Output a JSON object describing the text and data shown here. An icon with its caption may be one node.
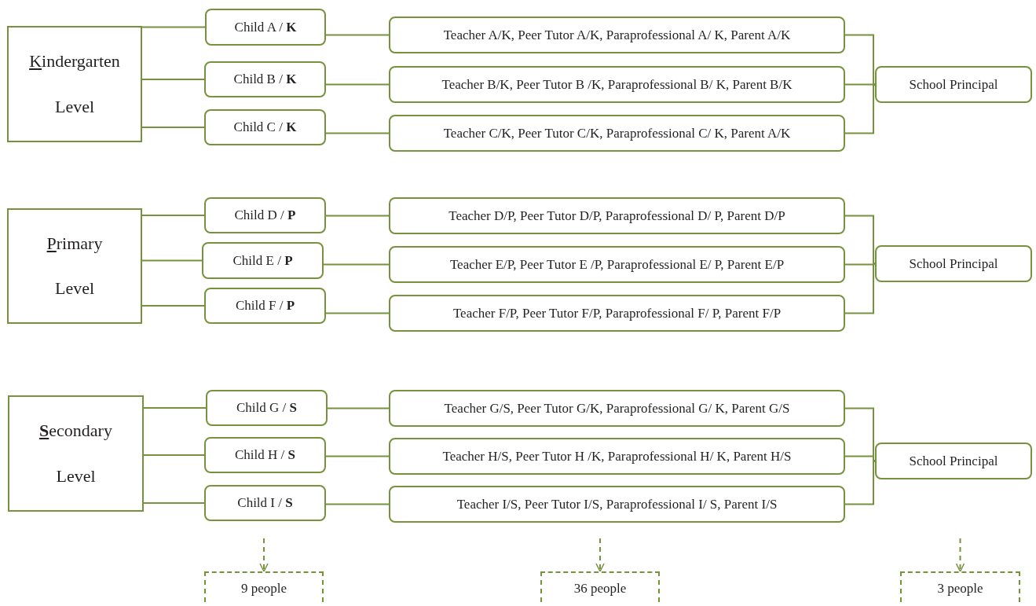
{
  "diagram": {
    "nodes": [
      {
        "text": [
          "Kindergarten",
          "Level"
        ]
      },
      {
        "text": [
          "Child A / **K**"
        ]
      },
      {
        "text": [
          "Child B / **K**"
        ]
      },
      {
        "text": [
          "Child C / **K**"
        ]
      },
      {
        "text": [
          "Teacher A/K, Peer Tutor A/K, Paraprofessional A/ K, Parent A/K"
        ]
      },
      {
        "text": [
          "Teacher B/K, Peer Tutor B /K, Paraprofessional B/ K, Parent B/K"
        ]
      },
      {
        "text": [
          "Teacher C/K, Peer Tutor C/K, Paraprofessional C/ K, Parent A/K"
        ]
      },
      {
        "text": [
          "School Principal"
        ]
      },
      {
        "text": [
          "Primary",
          "Level"
        ]
      },
      {
        "text": [
          "Child D / **P**"
        ]
      },
      {
        "text": [
          "Child E / **P**"
        ]
      },
      {
        "text": [
          "Child F / **P**"
        ]
      },
      {
        "text": [
          "Teacher D/P, Peer Tutor D/P, Paraprofessional D/ P, Parent D/P"
        ]
      },
      {
        "text": [
          "Teacher E/P, Peer Tutor E /P, Paraprofessional E/ P, Parent E/P"
        ]
      },
      {
        "text": [
          "Teacher F/P, Peer Tutor F/P, Paraprofessional F/ P, Parent F/P"
        ]
      },
      {
        "text": [
          "School Principal"
        ]
      },
      {
        "text": [
          "**S**econdary",
          "Level"
        ]
      },
      {
        "text": [
          "Child G / **S**"
        ]
      },
      {
        "text": [
          "Child H / **S**"
        ]
      },
      {
        "text": [
          "Child I / **S**"
        ]
      },
      {
        "text": [
          "Teacher G/S, Peer Tutor G/K, Paraprofessional G/ K, Parent G/S"
        ]
      },
      {
        "text": [
          "Teacher H/S, Peer Tutor H /K, Paraprofessional H/ K, Parent H/S"
        ]
      },
      {
        "text": [
          "Teacher I/S, Peer Tutor I/S, Paraprofessional I/ S, Parent I/S"
        ]
      },
      {
        "text": [
          "School Principal"
        ]
      },
      {
        "text": [
          "9 people"
        ]
      },
      {
        "text": [
          "36 people"
        ]
      },
      {
        "text": [
          "3 people"
        ]
      }
    ],
    "edges": [
      {
        "from": 0,
        "to": 1,
        "arrow": "none"
      },
      {
        "from": 0,
        "to": 2,
        "arrow": "none"
      },
      {
        "from": 0,
        "to": 3,
        "arrow": "none"
      },
      {
        "from": 1,
        "to": 4,
        "arrow": "none"
      },
      {
        "from": 2,
        "to": 5,
        "arrow": "none"
      },
      {
        "from": 3,
        "to": 6,
        "arrow": "none"
      },
      {
        "from": 4,
        "to": 7,
        "arrow": "none"
      },
      {
        "from": 5,
        "to": 7,
        "arrow": "none"
      },
      {
        "from": 6,
        "to": 7,
        "arrow": "none"
      },
      {
        "from": 8,
        "to": 9,
        "arrow": "none"
      },
      {
        "from": 8,
        "to": 10,
        "arrow": "none"
      },
      {
        "from": 8,
        "to": 11,
        "arrow": "none"
      },
      {
        "from": 9,
        "to": 12,
        "arrow": "none"
      },
      {
        "from": 10,
        "to": 13,
        "arrow": "none"
      },
      {
        "from": 11,
        "to": 14,
        "arrow": "none"
      },
      {
        "from": 12,
        "to": 15,
        "arrow": "none"
      },
      {
        "from": 13,
        "to": 15,
        "arrow": "none"
      },
      {
        "from": 14,
        "to": 15,
        "arrow": "none"
      },
      {
        "from": 16,
        "to": 17,
        "arrow": "none"
      },
      {
        "from": 16,
        "to": 18,
        "arrow": "none"
      },
      {
        "from": 16,
        "to": 19,
        "arrow": "none"
      },
      {
        "from": 17,
        "to": 20,
        "arrow": "none"
      },
      {
        "from": 18,
        "to": 21,
        "arrow": "none"
      },
      {
        "from": 19,
        "to": 22,
        "arrow": "none"
      },
      {
        "from": 20,
        "to": 23,
        "arrow": "none"
      },
      {
        "from": 21,
        "to": 23,
        "arrow": "none"
      },
      {
        "from": 22,
        "to": 23,
        "arrow": "none"
      },
      {
        "from": null,
        "to": 24,
        "arrow": "to",
        "style": "dashed"
      },
      {
        "from": null,
        "to": 25,
        "arrow": "to",
        "style": "dashed"
      },
      {
        "from": null,
        "to": 26,
        "arrow": "to",
        "style": "dashed"
      }
    ]
  }
}
